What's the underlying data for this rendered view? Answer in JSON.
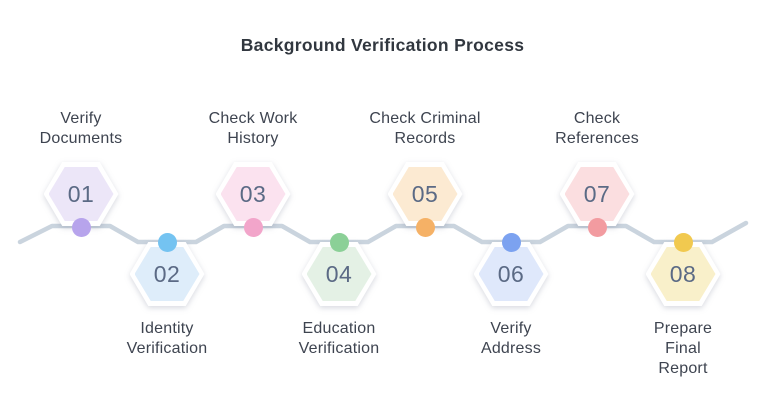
{
  "title": "Background Verification Process",
  "colors": {
    "background": "#ffffff",
    "line": "#CAD4DE",
    "title_text": "#31373F",
    "label_text": "#3E4450",
    "number_text": "#5B6A85",
    "hexagon_border": "#ffffff"
  },
  "steps": [
    {
      "number": "01",
      "label": "Verify\nDocuments",
      "position": "top",
      "hex_fill": "#ECE6F8",
      "dot_color": "#B7A4EC"
    },
    {
      "number": "02",
      "label": "Identity\nVerification",
      "position": "bottom",
      "hex_fill": "#DEEDFA",
      "dot_color": "#74C3F1"
    },
    {
      "number": "03",
      "label": "Check Work\nHistory",
      "position": "top",
      "hex_fill": "#FBE2EF",
      "dot_color": "#F2A5CA"
    },
    {
      "number": "04",
      "label": "Education\nVerification",
      "position": "bottom",
      "hex_fill": "#E4F1E5",
      "dot_color": "#8BD097"
    },
    {
      "number": "05",
      "label": "Check Criminal\nRecords",
      "position": "top",
      "hex_fill": "#FCEAD2",
      "dot_color": "#F5B166"
    },
    {
      "number": "06",
      "label": "Verify\nAddress",
      "position": "bottom",
      "hex_fill": "#DFE8FB",
      "dot_color": "#7CA2F0"
    },
    {
      "number": "07",
      "label": "Check\nReferences",
      "position": "top",
      "hex_fill": "#FBDEE0",
      "dot_color": "#F29BA0"
    },
    {
      "number": "08",
      "label": "Prepare Final\nReport",
      "position": "bottom",
      "hex_fill": "#F9F0CA",
      "dot_color": "#F1C94F"
    }
  ]
}
